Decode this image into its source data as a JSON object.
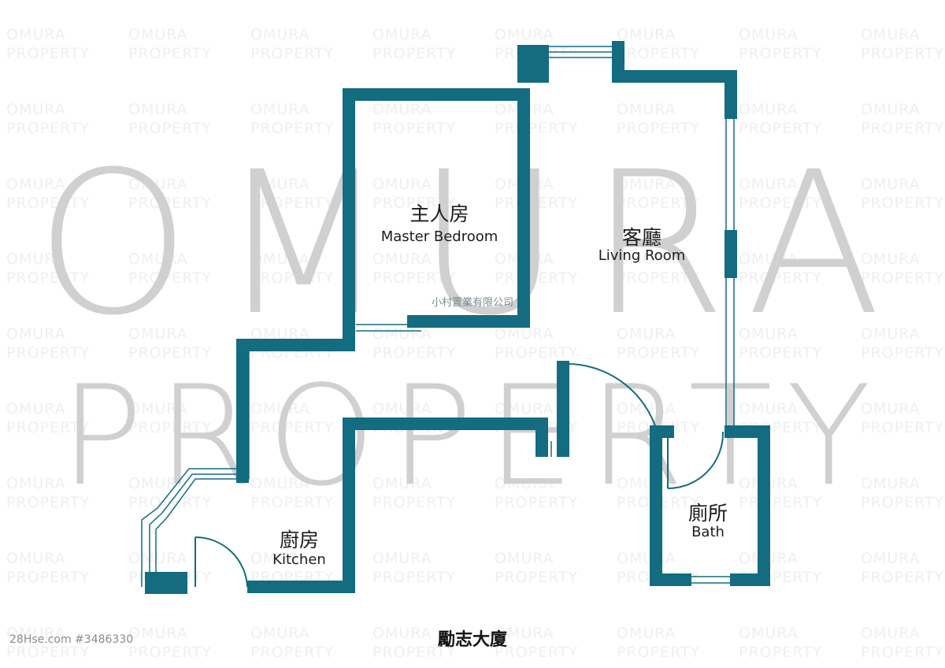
{
  "watermark": {
    "line1": "OMURA",
    "line2": "PROPERTY"
  },
  "rooms": {
    "master_bedroom": {
      "cn": "主人房",
      "en": "Master Bedroom"
    },
    "living_room": {
      "cn": "客廳",
      "en": "Living Room"
    },
    "kitchen": {
      "cn": "廚房",
      "en": "Kitchen"
    },
    "bath": {
      "cn": "廁所",
      "en": "Bath"
    }
  },
  "company_name": "小村置業有限公司",
  "building_name": "勵志大廈",
  "listing_id": "28Hse.com #3486330",
  "colors": {
    "wall": "#136c80",
    "window": "#136c80",
    "watermark_large": "#d0d0d0",
    "watermark_tile": "#efefef"
  }
}
